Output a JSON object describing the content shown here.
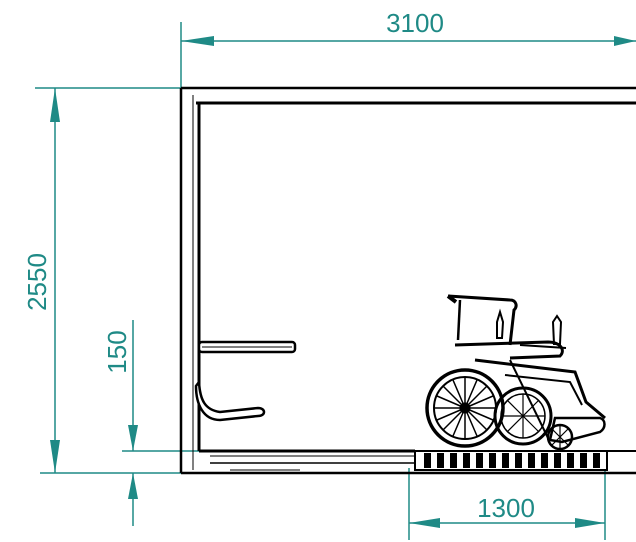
{
  "dimensions": {
    "width": "3100",
    "height": "2550",
    "step": "150",
    "ramp": "1300"
  },
  "colors": {
    "dimension": "#1f8a86",
    "line": "#000000",
    "background": "#ffffff"
  },
  "icons": {
    "wheelchair": "wheelchair-icon",
    "seat": "fold-down-seat-icon",
    "ramp": "ramp-grating-icon"
  }
}
